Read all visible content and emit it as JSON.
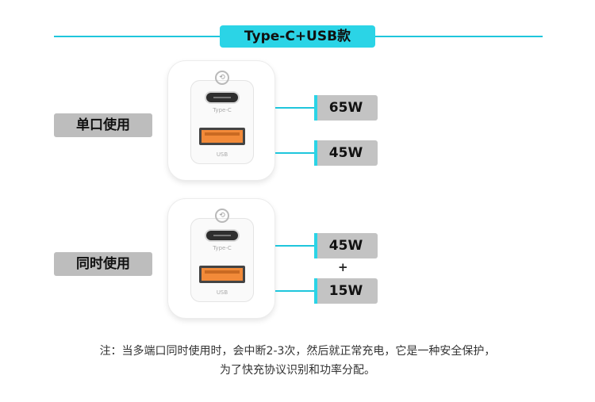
{
  "title": "Type-C+USB款",
  "modes": [
    {
      "label": "单口使用",
      "type_c_text": "Type-C",
      "usb_text": "USB",
      "outputs": [
        "65W",
        "45W"
      ],
      "joiner": ""
    },
    {
      "label": "同时使用",
      "type_c_text": "Type-C",
      "usb_text": "USB",
      "outputs": [
        "45W",
        "15W"
      ],
      "joiner": "+"
    }
  ],
  "note": {
    "line1": "注：当多端口同时使用时，会中断2-3次，然后就正常充电，它是一种安全保护，",
    "line2": "为了快充协议识别和功率分配。"
  },
  "colors": {
    "accent": "#2bd4e6",
    "label_bg": "#bdbdbd",
    "usb_a_port": "#f28a39"
  }
}
